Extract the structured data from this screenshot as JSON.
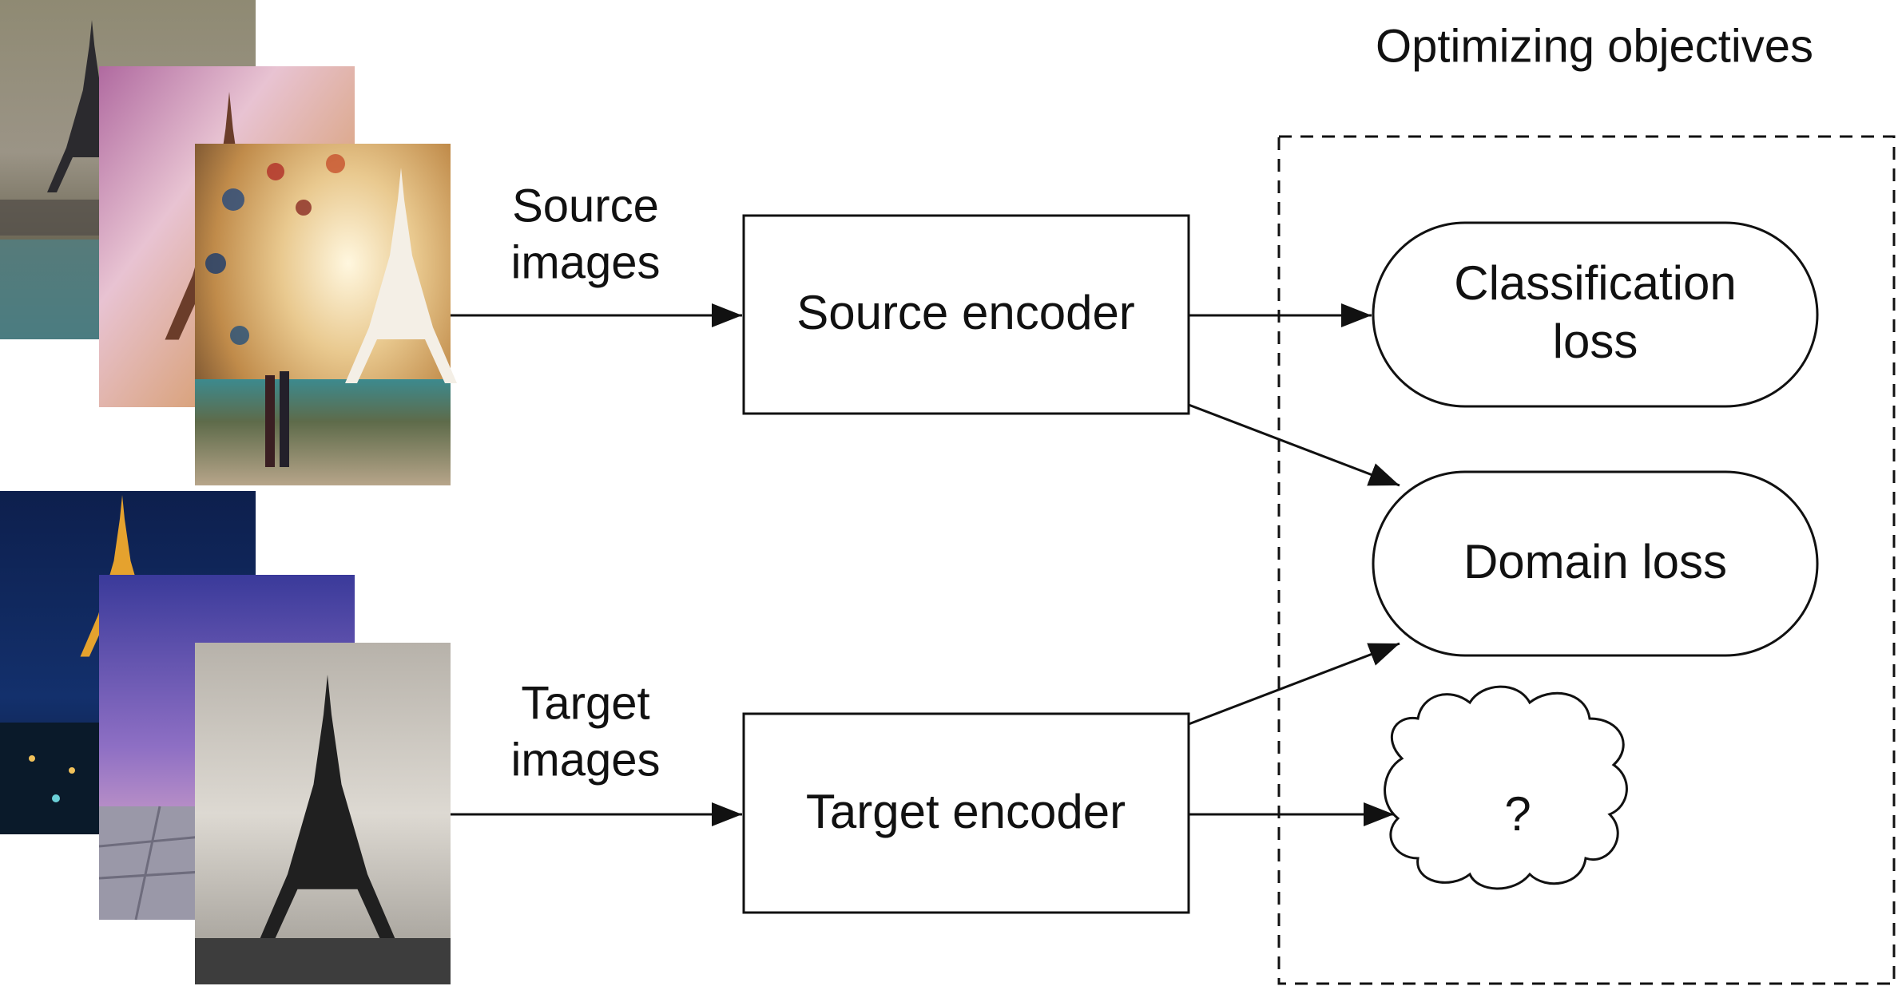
{
  "diagram": {
    "objectives_title": "Optimizing objectives",
    "source_label_line1": "Source",
    "source_label_line2": "images",
    "target_label_line1": "Target",
    "target_label_line2": "images",
    "source_encoder": "Source encoder",
    "target_encoder": "Target encoder",
    "classification_loss_line1": "Classification",
    "classification_loss_line2": "loss",
    "domain_loss": "Domain loss",
    "unknown_objective": "?"
  },
  "colors": {
    "ink": "#111111",
    "background": "#ffffff"
  }
}
